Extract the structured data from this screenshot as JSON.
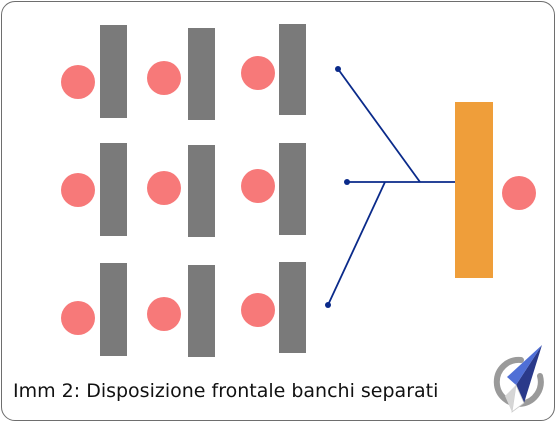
{
  "caption": "Imm 2: Disposizione frontale banchi separati",
  "colors": {
    "student_desk": "#7a7a7a",
    "teacher_desk": "#ef9e3a",
    "person": "#f77979",
    "connector": "#0a2a8a",
    "border": "#6e6e6e"
  },
  "layout": {
    "student_rows": 3,
    "student_columns": 3,
    "teacher_count": 1
  },
  "logo_icon": "compass-logo-icon"
}
